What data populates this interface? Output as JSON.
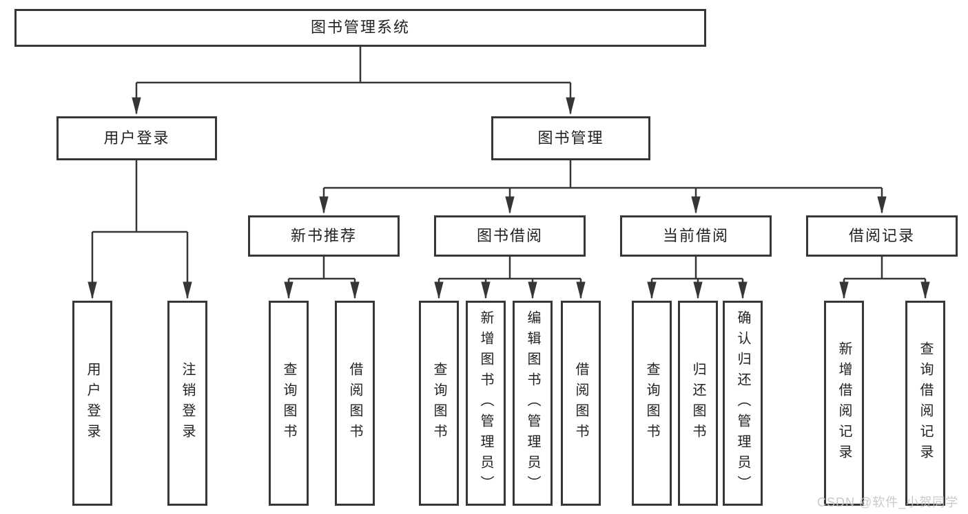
{
  "nodes": {
    "root": {
      "label": "图书管理系统"
    },
    "user_login": {
      "label": "用户登录"
    },
    "book_mgmt": {
      "label": "图书管理"
    },
    "new_book_rec": {
      "label": "新书推荐"
    },
    "book_borrow": {
      "label": "图书借阅"
    },
    "current_borrow": {
      "label": "当前借阅"
    },
    "borrow_record": {
      "label": "借阅记录"
    },
    "ul_login": {
      "label": "用户登录"
    },
    "ul_logout": {
      "label": "注销登录"
    },
    "nr_query": {
      "label": "查询图书"
    },
    "nr_borrow": {
      "label": "借阅图书"
    },
    "bb_query": {
      "label": "查询图书"
    },
    "bb_add": {
      "label": "新增图书（管理员）"
    },
    "bb_edit": {
      "label": "编辑图书（管理员）"
    },
    "bb_borrow": {
      "label": "借阅图书"
    },
    "cb_query": {
      "label": "查询图书"
    },
    "cb_return": {
      "label": "归还图书"
    },
    "cb_confirm": {
      "label": "确认归还（管理员）"
    },
    "br_add": {
      "label": "新增借阅记录"
    },
    "br_query": {
      "label": "查询借阅记录"
    }
  },
  "hierarchy": [
    {
      "parent": "图书管理系统",
      "children": [
        "用户登录",
        "图书管理"
      ]
    },
    {
      "parent": "用户登录",
      "children": [
        "用户登录",
        "注销登录"
      ]
    },
    {
      "parent": "图书管理",
      "children": [
        "新书推荐",
        "图书借阅",
        "当前借阅",
        "借阅记录"
      ]
    },
    {
      "parent": "新书推荐",
      "children": [
        "查询图书",
        "借阅图书"
      ]
    },
    {
      "parent": "图书借阅",
      "children": [
        "查询图书",
        "新增图书（管理员）",
        "编辑图书（管理员）",
        "借阅图书"
      ]
    },
    {
      "parent": "当前借阅",
      "children": [
        "查询图书",
        "归还图书",
        "确认归还（管理员）"
      ]
    },
    {
      "parent": "借阅记录",
      "children": [
        "新增借阅记录",
        "查询借阅记录"
      ]
    }
  ],
  "watermark": {
    "text": "CSDN @软件_小贺同学"
  },
  "colors": {
    "line": "#363636",
    "border": "#363636",
    "text": "#222222",
    "background": "#ffffff",
    "watermark": "#c5c5c5"
  }
}
